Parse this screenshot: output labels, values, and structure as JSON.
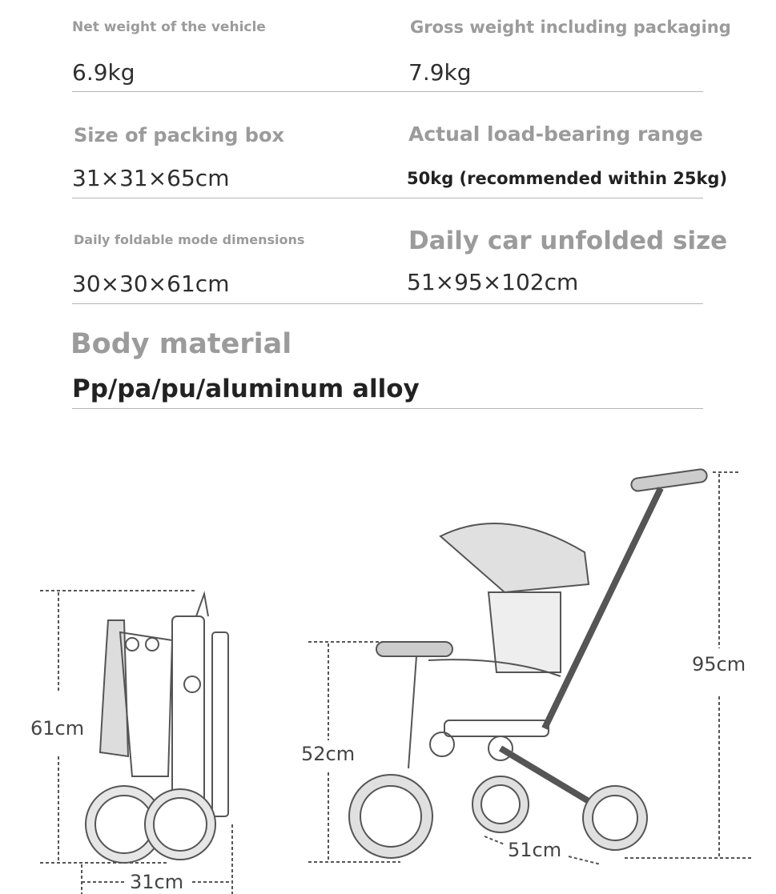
{
  "specs": {
    "net_weight": {
      "label": "Net weight of the vehicle",
      "value": "6.9kg"
    },
    "gross_weight": {
      "label": "Gross weight including packaging",
      "value": "7.9kg"
    },
    "box_size": {
      "label": "Size of packing box",
      "value": "31×31×65cm"
    },
    "load_range": {
      "label": "Actual load-bearing range",
      "value": "50kg (recommended within 25kg)"
    },
    "folded_size": {
      "label": "Daily foldable mode dimensions",
      "value": "30×30×61cm"
    },
    "unfolded_size": {
      "label": "Daily car unfolded size",
      "value": "51×95×102cm"
    },
    "material": {
      "label": "Body material",
      "value": "Pp/pa/pu/aluminum alloy"
    }
  },
  "diagram": {
    "folded_height": "61cm",
    "folded_width": "31cm",
    "unfolded_seat_height": "52cm",
    "unfolded_height": "95cm",
    "unfolded_width": "51cm"
  }
}
